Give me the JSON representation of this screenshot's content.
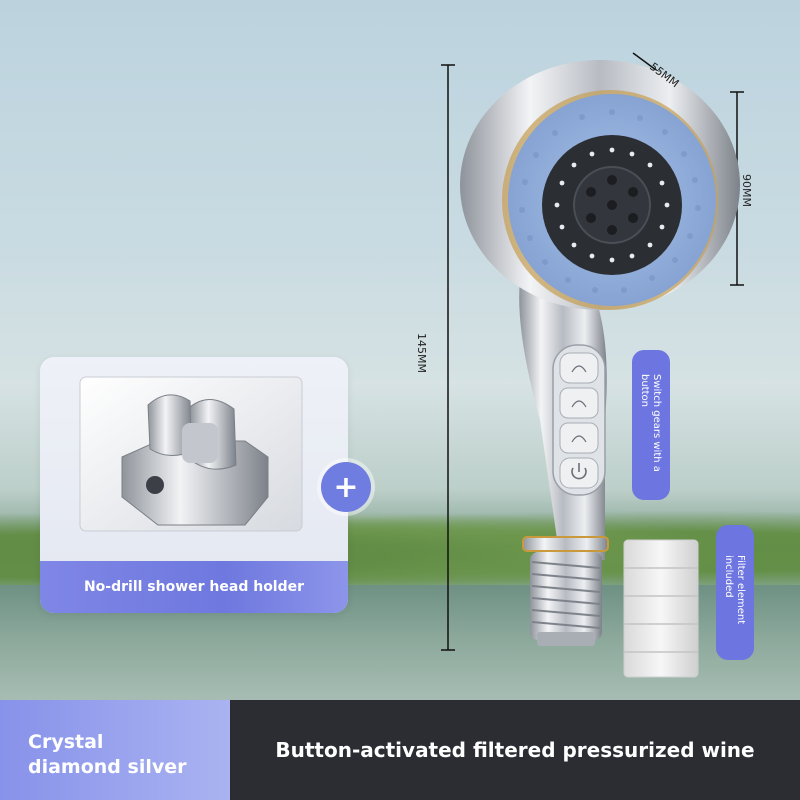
{
  "dimensions": {
    "top_width": "55MM",
    "head_height": "90MM",
    "total_length": "145MM"
  },
  "holder": {
    "label": "No-drill shower head holder",
    "plus_symbol": "+"
  },
  "callouts": {
    "switch": "Switch gears with a button",
    "filter": "Filter element included"
  },
  "bottom": {
    "variant_line1": "Crystal",
    "variant_line2": "diamond silver",
    "description": "Button-activated filtered pressurized wine"
  },
  "colors": {
    "accent": "#6d76e0",
    "dark_bar": "#2c2d33",
    "silicone_blue": "#93b0dd",
    "chrome": "#c9ccd2"
  },
  "icons": [
    "plus-icon",
    "power-icon",
    "spray-mode-icon",
    "shower-head-icon",
    "wall-holder-icon",
    "filter-cartridge-icon"
  ]
}
